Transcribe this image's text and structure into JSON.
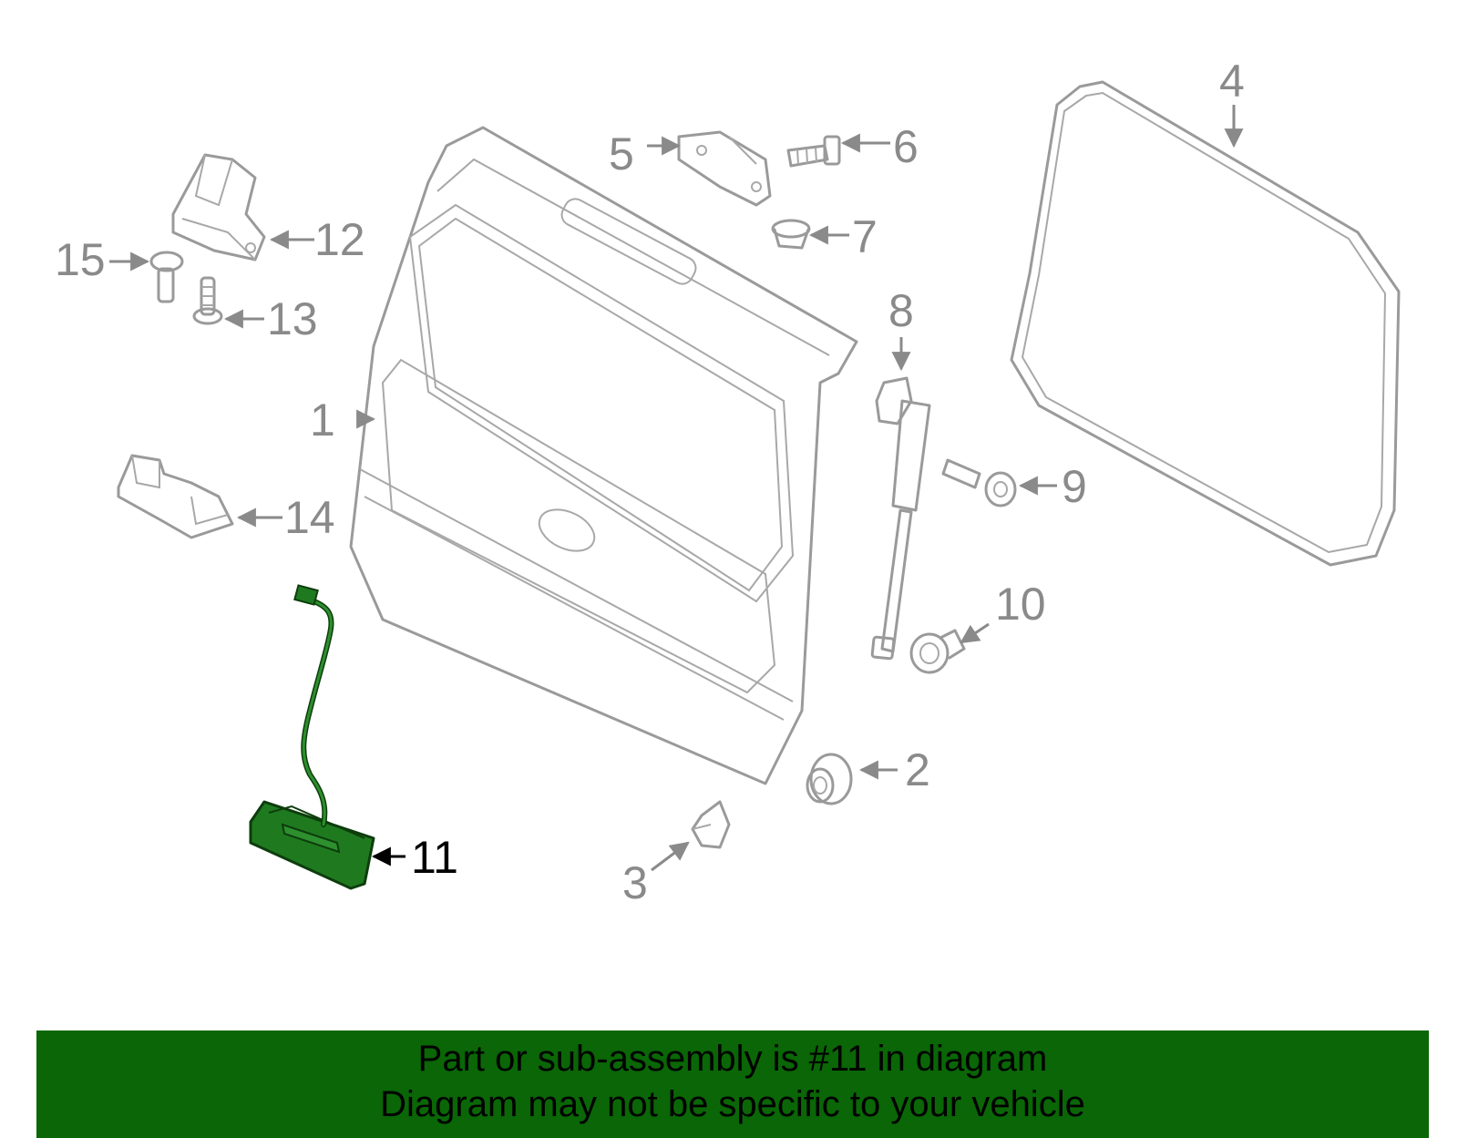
{
  "colors": {
    "highlight": "#1f7a1f",
    "banner_bg": "#0a6606",
    "part_line": "#9a9a9a",
    "callout_text": "#8a8a8a"
  },
  "callouts": {
    "c1": "1",
    "c2": "2",
    "c3": "3",
    "c4": "4",
    "c5": "5",
    "c6": "6",
    "c7": "7",
    "c8": "8",
    "c9": "9",
    "c10": "10",
    "c11": "11",
    "c12": "12",
    "c13": "13",
    "c14": "14",
    "c15": "15"
  },
  "highlighted_part": "11",
  "banner": {
    "line1": "Part or sub-assembly is #11 in diagram",
    "line2": "Diagram may not be specific to your vehicle"
  }
}
